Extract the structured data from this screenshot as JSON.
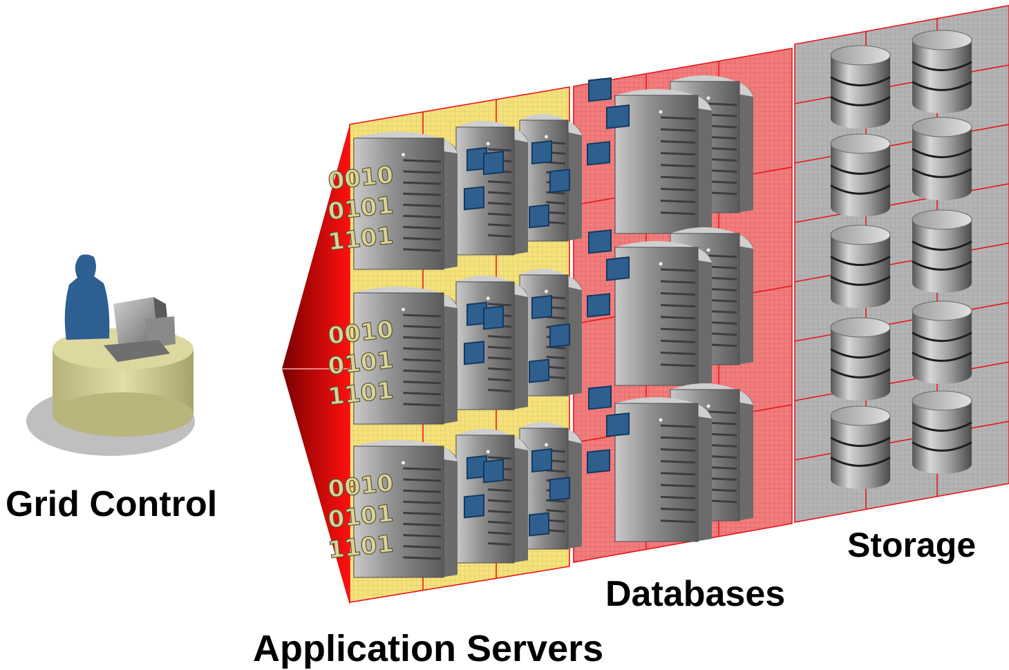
{
  "labels": {
    "grid_control": "Grid Control",
    "application_servers": "Application Servers",
    "databases": "Databases",
    "storage": "Storage"
  },
  "binary_stack": [
    "0010",
    "0101",
    "1101"
  ],
  "colors": {
    "app_panel": "#f6e27a",
    "db_panel": "#f27d7d",
    "storage_panel": "#b4b4b4",
    "grid_line": "#e8141a",
    "wedge": "#d40000",
    "server_body": "#8c8c8c",
    "blue_module": "#2f5f8f",
    "operator": "#2e5f93",
    "desk": "#c9c58c"
  },
  "icons": {
    "operator": "person-at-console-icon",
    "app_server": "server-tower-icon",
    "db_server": "server-tower-icon",
    "storage": "disk-cylinder-icon"
  }
}
